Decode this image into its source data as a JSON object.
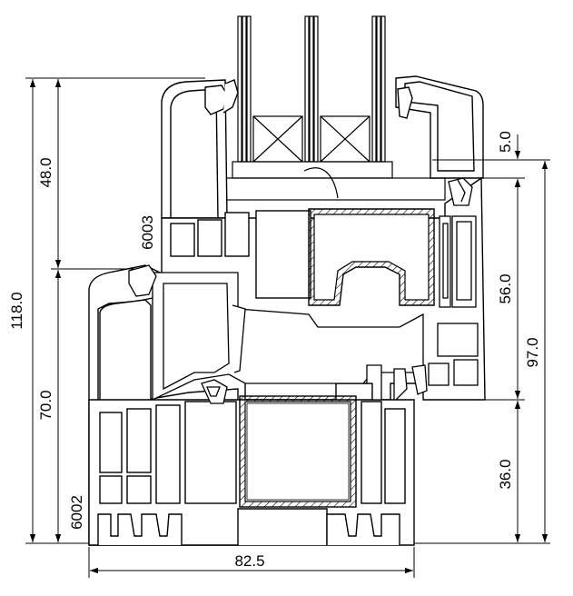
{
  "dimensions": {
    "overall_height": "118.0",
    "sash_upper_height": "48.0",
    "frame_lower_height": "70.0",
    "overall_width": "82.5",
    "glass_offset": "5.0",
    "sash_section": "56.0",
    "right_total": "97.0",
    "right_lower": "36.0"
  },
  "profiles": {
    "sash_code": "6003",
    "frame_code": "6002"
  }
}
